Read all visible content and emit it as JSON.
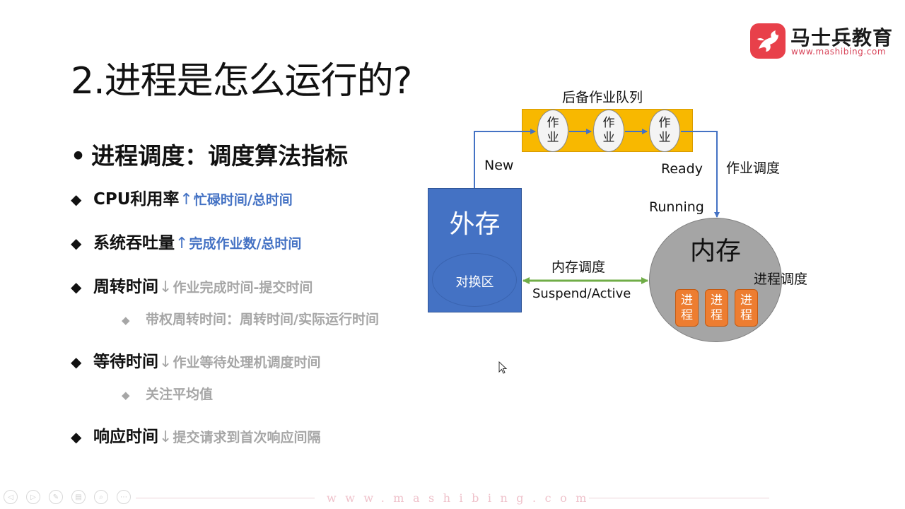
{
  "logo": {
    "name": "马士兵教育",
    "url": "www.mashibing.com",
    "brand_color": "#e8404a"
  },
  "slide": {
    "title": "2.进程是怎么运行的?",
    "subtitle_bullet": "•",
    "subtitle": "进程调度：调度算法指标",
    "metrics": [
      {
        "label": "CPU利用率",
        "arrow": "↑",
        "desc": "忙碌时间/总时间",
        "desc_color": "#4472c4"
      },
      {
        "label": "系统吞吐量",
        "arrow": "↑",
        "desc": "完成作业数/总时间",
        "desc_color": "#4472c4"
      },
      {
        "label": "周转时间",
        "arrow": "↓",
        "desc": "作业完成时间-提交时间",
        "desc_color": "#a6a6a6",
        "sub": "带权周转时间：周转时间/实际运行时间"
      },
      {
        "label": "等待时间",
        "arrow": "↓",
        "desc": "作业等待处理机调度时间",
        "desc_color": "#a6a6a6",
        "sub": "关注平均值"
      },
      {
        "label": "响应时间",
        "arrow": "↓",
        "desc": "提交请求到首次响应间隔",
        "desc_color": "#a6a6a6"
      }
    ],
    "bullet_glyph": "◆"
  },
  "diagram": {
    "queue_title": "后备作业队列",
    "jobs": [
      {
        "line1": "作",
        "line2": "业"
      },
      {
        "line1": "作",
        "line2": "业"
      },
      {
        "line1": "作",
        "line2": "业"
      }
    ],
    "new_label": "New",
    "ready_label": "Ready",
    "job_sched_label": "作业调度",
    "running_label": "Running",
    "external_storage": "外存",
    "swap_area": "对换区",
    "mem_sched_label": "内存调度",
    "suspend_label": "Suspend/Active",
    "memory": "内存",
    "proc_sched_label": "进程调度",
    "processes": [
      {
        "line1": "进",
        "line2": "程"
      },
      {
        "line1": "进",
        "line2": "程"
      },
      {
        "line1": "进",
        "line2": "程"
      }
    ],
    "colors": {
      "queue": "#f8b800",
      "external": "#4472c4",
      "memory": "#a5a5a5",
      "process": "#ed7d31",
      "arrow_blue": "#4472c4",
      "arrow_green": "#70ad47"
    }
  },
  "footer": {
    "url": "www.mashibing.com",
    "nav_buttons": [
      "previous-slide",
      "next-slide",
      "pen",
      "menu",
      "zoom",
      "more"
    ]
  }
}
